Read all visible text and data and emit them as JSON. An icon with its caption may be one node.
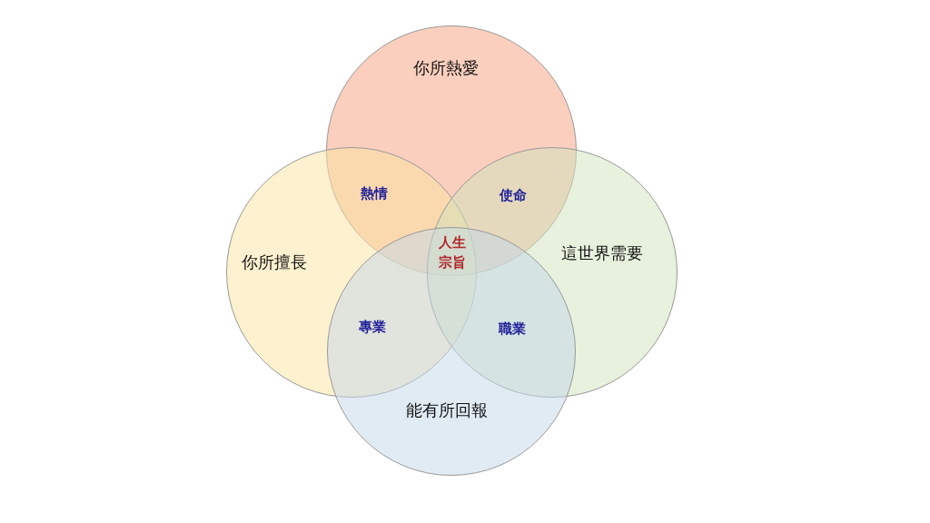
{
  "diagram": {
    "nodes": [
      {
        "text": [
          "你所熱愛"
        ]
      },
      {
        "text": [
          "你所擅長"
        ]
      },
      {
        "text": [
          "這世界需要"
        ]
      },
      {
        "text": [
          "能有所回報"
        ]
      }
    ],
    "labels": [
      "熱情",
      "使命",
      "人生宗旨",
      "專業",
      "職業"
    ]
  }
}
